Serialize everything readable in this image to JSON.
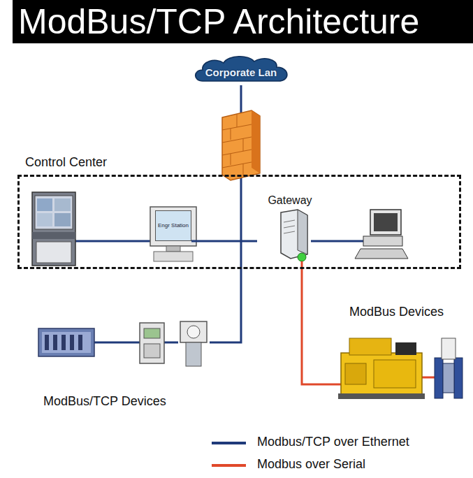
{
  "diagram": {
    "title": "ModBus/TCP Architecture",
    "nodes": [
      {
        "text": [
          "Corporate Lan"
        ]
      },
      {
        "text": [
          "Control Center"
        ]
      },
      {
        "text": [
          "Engr Station"
        ],
        "in": 1
      },
      {
        "text": [
          "Gateway"
        ],
        "in": 1
      }
    ],
    "edges": [
      {
        "from": 2,
        "to": 3,
        "arrow": "none"
      }
    ],
    "labels": [
      "ModBus Devices",
      "ModBus/TCP Devices"
    ],
    "legend": [
      {
        "text": "Modbus/TCP over Ethernet",
        "color": "#1f3a7a"
      },
      {
        "text": "Modbus over Serial",
        "color": "#e0482a"
      }
    ]
  }
}
